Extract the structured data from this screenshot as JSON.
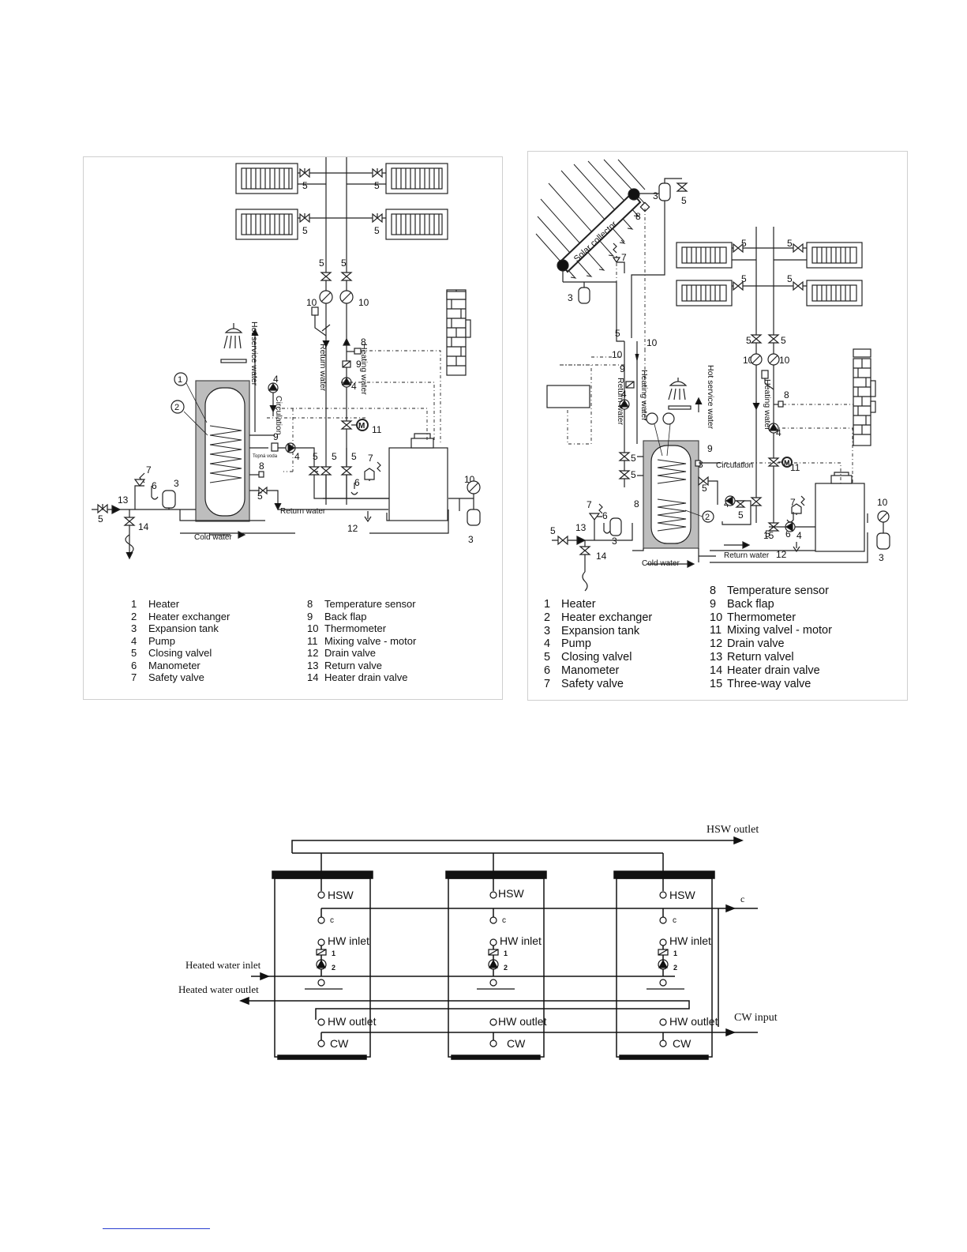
{
  "left_panel": {
    "labels": {
      "hot_service_water": "Hot service water",
      "return_water": "Return water",
      "heating_water": "Heating water",
      "circulation": "Circulation",
      "topna_voda": "Topná voda",
      "return_water_bottom": "Return water",
      "cold_water": "Cold water",
      "motor": "M"
    },
    "legend_col1": [
      {
        "num": "1",
        "text": "Heater"
      },
      {
        "num": "2",
        "text": "Heater exchanger"
      },
      {
        "num": "3",
        "text": "Expansion tank"
      },
      {
        "num": "4",
        "text": "Pump"
      },
      {
        "num": "5",
        "text": "Closing valvel"
      },
      {
        "num": "6",
        "text": "Manometer"
      },
      {
        "num": "7",
        "text": "Safety valve"
      }
    ],
    "legend_col2": [
      {
        "num": "8",
        "text": "Temperature sensor"
      },
      {
        "num": "9",
        "text": "Back flap"
      },
      {
        "num": "10",
        "text": "Thermometer"
      },
      {
        "num": "11",
        "text": "Mixing valve - motor"
      },
      {
        "num": "12",
        "text": "Drain valve"
      },
      {
        "num": "13",
        "text": "Return valve"
      },
      {
        "num": "14",
        "text": "Heater drain valve"
      }
    ]
  },
  "right_panel": {
    "labels": {
      "solar_collector": "Solar collector",
      "hot_service_water": "Hot service water",
      "heating_water": "Heating water",
      "return_water": "Return water",
      "circulation": "Circulation",
      "cold_water": "Cold water",
      "return_water_bottom": "Return water",
      "motor": "M"
    },
    "legend_col1": [
      {
        "num": "1",
        "text": "Heater"
      },
      {
        "num": "2",
        "text": "Heater exchanger"
      },
      {
        "num": "3",
        "text": "Expansion tank"
      },
      {
        "num": "4",
        "text": "Pump"
      },
      {
        "num": "5",
        "text": "Closing valvel"
      },
      {
        "num": "6",
        "text": "Manometer"
      },
      {
        "num": "7",
        "text": "Safety valve"
      }
    ],
    "legend_col2": [
      {
        "num": "8",
        "text": "Temperature sensor"
      },
      {
        "num": "9",
        "text": "Back flap"
      },
      {
        "num": "10",
        "text": "Thermometer"
      },
      {
        "num": "11",
        "text": "Mixing valvel - motor"
      },
      {
        "num": "12",
        "text": "Drain valve"
      },
      {
        "num": "13",
        "text": "Return valvel"
      },
      {
        "num": "14",
        "text": "Heater drain valve"
      },
      {
        "num": "15",
        "text": "Three-way valve"
      }
    ]
  },
  "bottom_diagram": {
    "hsw_outlet": "HSW outlet",
    "c_input": "c",
    "heated_water_inlet": "Heated water inlet",
    "heated_water_outlet": "Heated water outlet",
    "cw_input": "CW input",
    "port_hsw": "HSW",
    "port_c": "c",
    "port_hw_inlet": "HW inlet",
    "port_hw_outlet": "HW outlet",
    "port_cw": "CW",
    "mark_1": "1",
    "mark_2": "2"
  }
}
